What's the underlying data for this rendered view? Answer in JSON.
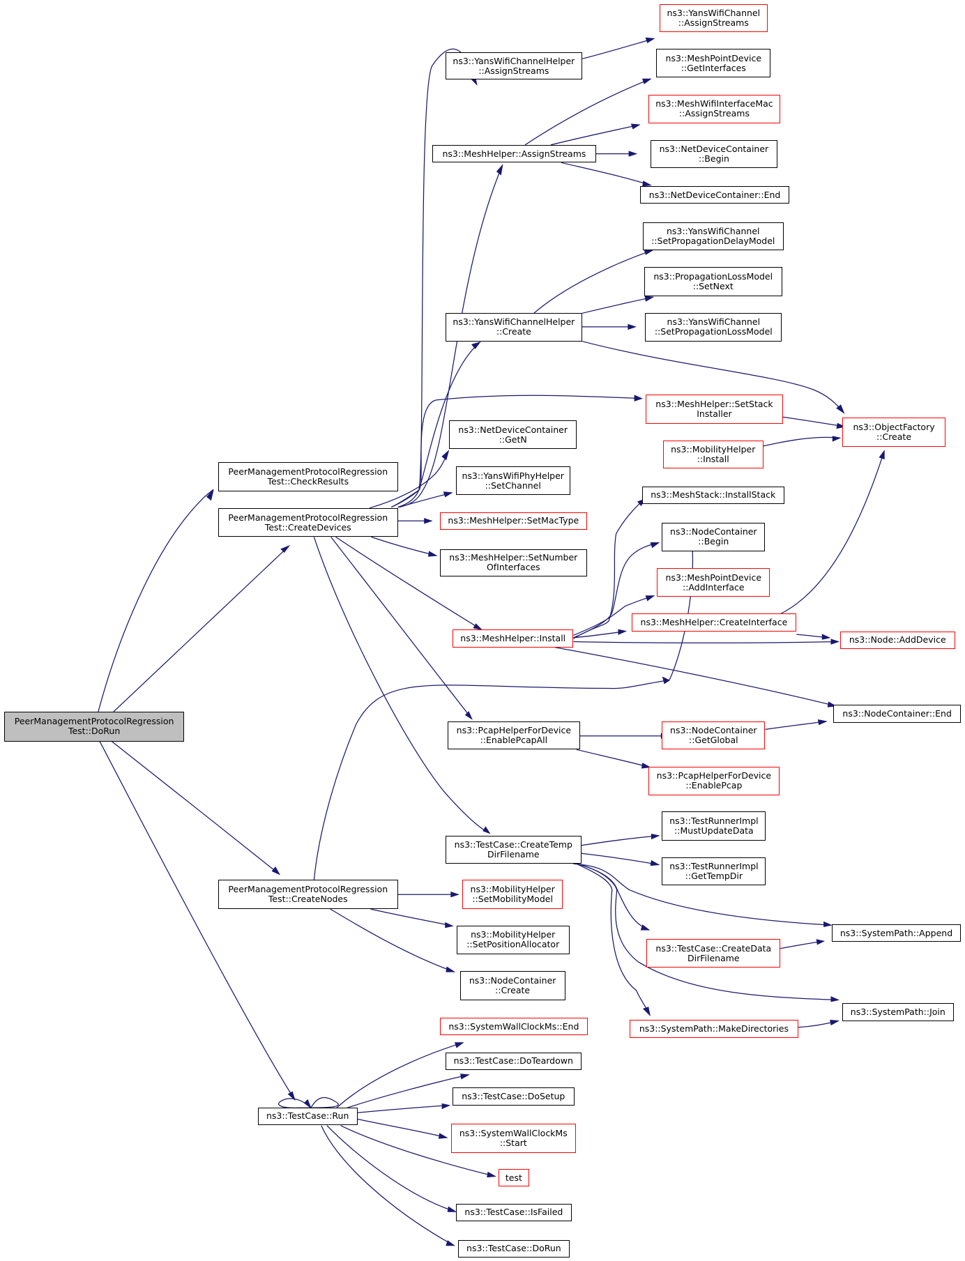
{
  "colors": {
    "edge": "#191970",
    "node_border": "#000000",
    "node_border_truncated": "#ff0000",
    "root_fill": "#bfbfbf"
  },
  "nodes": {
    "root": {
      "label": "PeerManagementProtocolRegression\nTest::DoRun",
      "style": "root"
    },
    "checkResults": {
      "label": "PeerManagementProtocolRegression\nTest::CheckResults",
      "style": "normal"
    },
    "createDevices": {
      "label": "PeerManagementProtocolRegression\nTest::CreateDevices",
      "style": "normal"
    },
    "createNodes": {
      "label": "PeerManagementProtocolRegression\nTest::CreateNodes",
      "style": "normal"
    },
    "run": {
      "label": "ns3::TestCase::Run",
      "style": "normal"
    },
    "yansChHelperAssign": {
      "label": "ns3::YansWifiChannelHelper\n::AssignStreams",
      "style": "normal"
    },
    "meshHelperAssign": {
      "label": "ns3::MeshHelper::AssignStreams",
      "style": "normal"
    },
    "yansChHelperCreate": {
      "label": "ns3::YansWifiChannelHelper\n::Create",
      "style": "normal"
    },
    "ndcGetN": {
      "label": "ns3::NetDeviceContainer\n::GetN",
      "style": "normal"
    },
    "yansPhySetChannel": {
      "label": "ns3::YansWifiPhyHelper\n::SetChannel",
      "style": "normal"
    },
    "setMacType": {
      "label": "ns3::MeshHelper::SetMacType",
      "style": "red"
    },
    "setNumIf": {
      "label": "ns3::MeshHelper::SetNumber\nOfInterfaces",
      "style": "normal"
    },
    "meshInstall": {
      "label": "ns3::MeshHelper::Install",
      "style": "red"
    },
    "pcapAll": {
      "label": "ns3::PcapHelperForDevice\n::EnablePcapAll",
      "style": "normal"
    },
    "createTempDir": {
      "label": "ns3::TestCase::CreateTemp\nDirFilename",
      "style": "normal"
    },
    "setMobModel": {
      "label": "ns3::MobilityHelper\n::SetMobilityModel",
      "style": "red"
    },
    "setPosAlloc": {
      "label": "ns3::MobilityHelper\n::SetPositionAllocator",
      "style": "normal"
    },
    "ncCreate": {
      "label": "ns3::NodeContainer\n::Create",
      "style": "normal"
    },
    "swcEnd": {
      "label": "ns3::SystemWallClockMs::End",
      "style": "red"
    },
    "doTeardown": {
      "label": "ns3::TestCase::DoTeardown",
      "style": "normal"
    },
    "doSetup": {
      "label": "ns3::TestCase::DoSetup",
      "style": "normal"
    },
    "swcStart": {
      "label": "ns3::SystemWallClockMs\n::Start",
      "style": "red"
    },
    "test": {
      "label": "test",
      "style": "red"
    },
    "isFailed": {
      "label": "ns3::TestCase::IsFailed",
      "style": "normal"
    },
    "doRunBase": {
      "label": "ns3::TestCase::DoRun",
      "style": "normal"
    },
    "yansChAssign": {
      "label": "ns3::YansWifiChannel\n::AssignStreams",
      "style": "red"
    },
    "mpdGetIf": {
      "label": "ns3::MeshPointDevice\n::GetInterfaces",
      "style": "normal"
    },
    "mwimAssign": {
      "label": "ns3::MeshWifiInterfaceMac\n::AssignStreams",
      "style": "red"
    },
    "ndcBegin": {
      "label": "ns3::NetDeviceContainer\n::Begin",
      "style": "normal"
    },
    "ndcEnd": {
      "label": "ns3::NetDeviceContainer::End",
      "style": "normal"
    },
    "setPropDelay": {
      "label": "ns3::YansWifiChannel\n::SetPropagationDelayModel",
      "style": "normal"
    },
    "plmSetNext": {
      "label": "ns3::PropagationLossModel\n::SetNext",
      "style": "normal"
    },
    "setPropLoss": {
      "label": "ns3::YansWifiChannel\n::SetPropagationLossModel",
      "style": "normal"
    },
    "setStackInst": {
      "label": "ns3::MeshHelper::SetStack\nInstaller",
      "style": "red"
    },
    "objFactCreate": {
      "label": "ns3::ObjectFactory\n::Create",
      "style": "red"
    },
    "mobInstall": {
      "label": "ns3::MobilityHelper\n::Install",
      "style": "red"
    },
    "installStack": {
      "label": "ns3::MeshStack::InstallStack",
      "style": "normal"
    },
    "ncBegin": {
      "label": "ns3::NodeContainer\n::Begin",
      "style": "normal"
    },
    "mpdAddIf": {
      "label": "ns3::MeshPointDevice\n::AddInterface",
      "style": "red"
    },
    "createInterface": {
      "label": "ns3::MeshHelper::CreateInterface",
      "style": "red"
    },
    "nodeAddDevice": {
      "label": "ns3::Node::AddDevice",
      "style": "red"
    },
    "ncEnd": {
      "label": "ns3::NodeContainer::End",
      "style": "normal"
    },
    "ncGetGlobal": {
      "label": "ns3::NodeContainer\n::GetGlobal",
      "style": "red"
    },
    "pcapEnable": {
      "label": "ns3::PcapHelperForDevice\n::EnablePcap",
      "style": "red"
    },
    "trMustUpdate": {
      "label": "ns3::TestRunnerImpl\n::MustUpdateData",
      "style": "normal"
    },
    "trGetTempDir": {
      "label": "ns3::TestRunnerImpl\n::GetTempDir",
      "style": "normal"
    },
    "spAppend": {
      "label": "ns3::SystemPath::Append",
      "style": "normal"
    },
    "createDataDir": {
      "label": "ns3::TestCase::CreateData\nDirFilename",
      "style": "red"
    },
    "spJoin": {
      "label": "ns3::SystemPath::Join",
      "style": "normal"
    },
    "spMakeDirs": {
      "label": "ns3::SystemPath::MakeDirectories",
      "style": "red"
    }
  },
  "edges": [
    [
      "root",
      "checkResults"
    ],
    [
      "root",
      "createDevices"
    ],
    [
      "root",
      "createNodes"
    ],
    [
      "root",
      "run"
    ],
    [
      "createDevices",
      "yansChHelperAssign"
    ],
    [
      "createDevices",
      "meshHelperAssign"
    ],
    [
      "createDevices",
      "yansChHelperCreate"
    ],
    [
      "createDevices",
      "setStackInst"
    ],
    [
      "createDevices",
      "ndcGetN"
    ],
    [
      "createDevices",
      "yansPhySetChannel"
    ],
    [
      "createDevices",
      "setMacType"
    ],
    [
      "createDevices",
      "setNumIf"
    ],
    [
      "createDevices",
      "meshInstall"
    ],
    [
      "createDevices",
      "pcapAll"
    ],
    [
      "createDevices",
      "createTempDir"
    ],
    [
      "yansChHelperAssign",
      "yansChAssign"
    ],
    [
      "meshHelperAssign",
      "mpdGetIf"
    ],
    [
      "meshHelperAssign",
      "mwimAssign"
    ],
    [
      "meshHelperAssign",
      "ndcBegin"
    ],
    [
      "meshHelperAssign",
      "ndcEnd"
    ],
    [
      "yansChHelperCreate",
      "setPropDelay"
    ],
    [
      "yansChHelperCreate",
      "plmSetNext"
    ],
    [
      "yansChHelperCreate",
      "setPropLoss"
    ],
    [
      "yansChHelperCreate",
      "objFactCreate"
    ],
    [
      "setStackInst",
      "objFactCreate"
    ],
    [
      "mobInstall",
      "objFactCreate"
    ],
    [
      "createInterface",
      "objFactCreate"
    ],
    [
      "meshInstall",
      "installStack"
    ],
    [
      "meshInstall",
      "ncBegin"
    ],
    [
      "meshInstall",
      "mpdAddIf"
    ],
    [
      "meshInstall",
      "createInterface"
    ],
    [
      "meshInstall",
      "nodeAddDevice"
    ],
    [
      "meshInstall",
      "ncEnd"
    ],
    [
      "createInterface",
      "nodeAddDevice"
    ],
    [
      "pcapAll",
      "ncGetGlobal"
    ],
    [
      "pcapAll",
      "pcapEnable"
    ],
    [
      "ncGetGlobal",
      "ncEnd"
    ],
    [
      "createTempDir",
      "trMustUpdate"
    ],
    [
      "createTempDir",
      "trGetTempDir"
    ],
    [
      "createTempDir",
      "spAppend"
    ],
    [
      "createTempDir",
      "createDataDir"
    ],
    [
      "createTempDir",
      "spJoin"
    ],
    [
      "createTempDir",
      "spMakeDirs"
    ],
    [
      "createDataDir",
      "spAppend"
    ],
    [
      "spMakeDirs",
      "spJoin"
    ],
    [
      "createNodes",
      "mobInstall"
    ],
    [
      "createNodes",
      "setMobModel"
    ],
    [
      "createNodes",
      "setPosAlloc"
    ],
    [
      "createNodes",
      "ncCreate"
    ],
    [
      "run",
      "run"
    ],
    [
      "run",
      "swcEnd"
    ],
    [
      "run",
      "doTeardown"
    ],
    [
      "run",
      "doSetup"
    ],
    [
      "run",
      "swcStart"
    ],
    [
      "run",
      "test"
    ],
    [
      "run",
      "isFailed"
    ],
    [
      "run",
      "doRunBase"
    ]
  ]
}
